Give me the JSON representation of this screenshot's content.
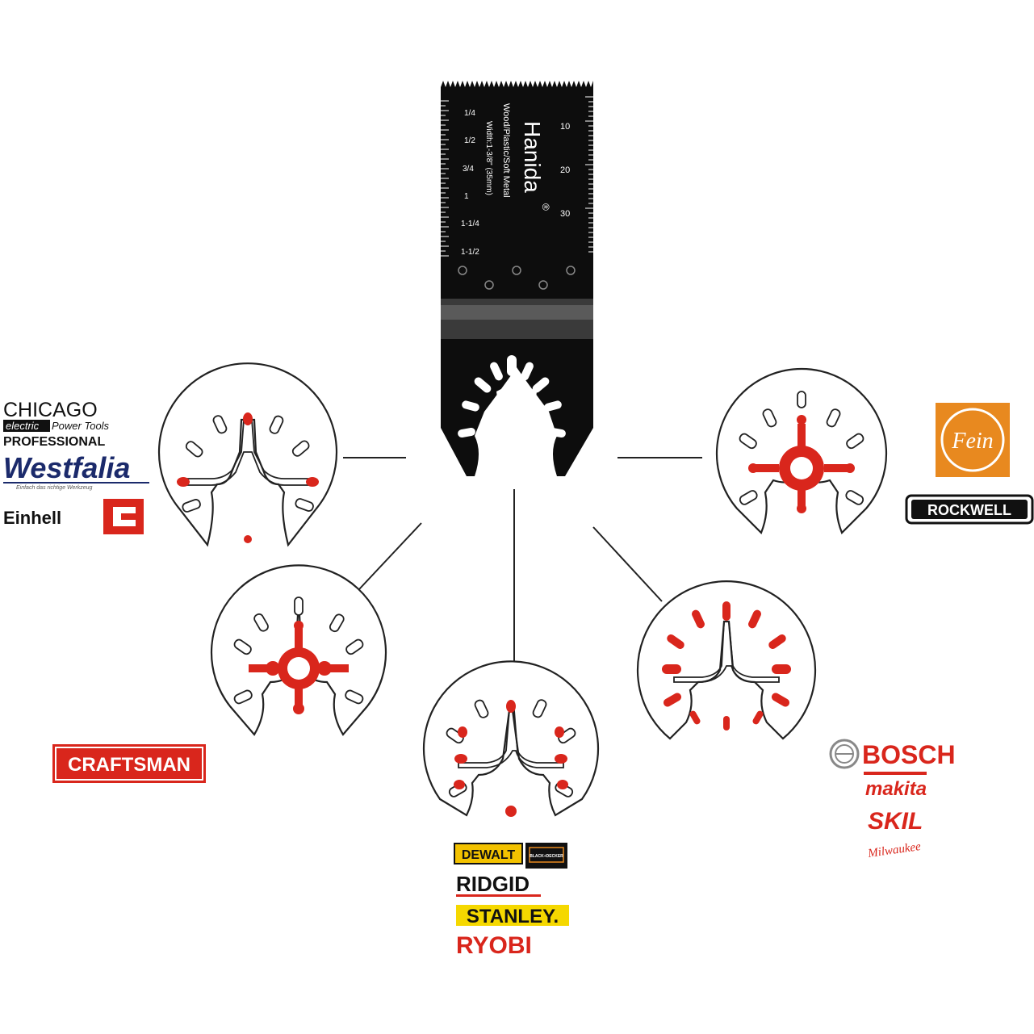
{
  "blade": {
    "brand": "Hanida",
    "reg_mark": "®",
    "material": "Wood/Plastic/Soft Metal",
    "width_spec": "Width:1-3/8\"  (35mm)",
    "inch_ticks": [
      "1/4",
      "1/2",
      "3/4",
      "1",
      "1-1/4",
      "1-1/2"
    ],
    "mm_ticks": [
      "10",
      "20",
      "30"
    ]
  },
  "brands": {
    "top_left": {
      "chicago": "CHICAGO",
      "chicago_electric": "electric",
      "chicago_power": "Power Tools",
      "chicago_pro": "PROFESSIONAL",
      "westfalia": "Westfalia",
      "westfalia_tag": "Einfach das richtige Werkzeug",
      "einhell": "Einhell"
    },
    "top_right": {
      "fein": "Fein",
      "rockwell": "ROCKWELL"
    },
    "middle_left": {
      "craftsman": "CRAFTSMAN"
    },
    "bottom_center": {
      "dewalt": "DEWALT",
      "black_decker": "BLACK+DECKER",
      "ridgid": "RIDGID",
      "stanley": "STANLEY.",
      "ryobi": "RYOBI"
    },
    "bottom_right": {
      "bosch": "BOSCH",
      "makita": "makita",
      "skil": "SKIL",
      "milwaukee": "Milwaukee"
    }
  },
  "colors": {
    "accent_red": "#d9261c",
    "blade_black": "#0d0d0d",
    "fein_orange": "#e8891f",
    "stanley_yellow": "#f5d800",
    "dewalt_yellow": "#f3c200"
  }
}
